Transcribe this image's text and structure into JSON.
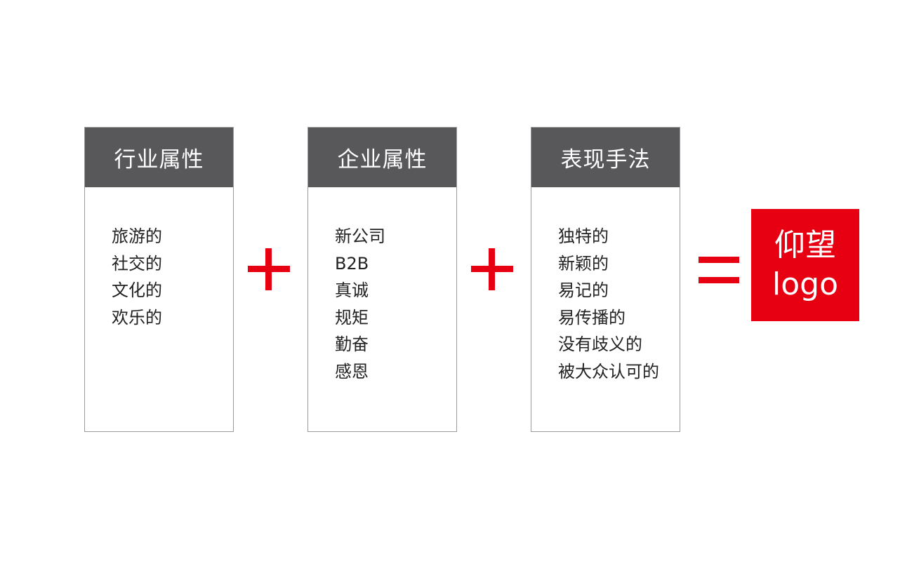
{
  "columns": [
    {
      "title": "行业属性",
      "items": [
        "旅游的",
        "社交的",
        "文化的",
        "欢乐的"
      ]
    },
    {
      "title": "企业属性",
      "items": [
        "新公司",
        "B2B",
        "真诚",
        "规矩",
        "勤奋",
        "感恩"
      ]
    },
    {
      "title": "表现手法",
      "items": [
        "独特的",
        "新颖的",
        "易记的",
        "易传播的",
        "没有歧义的",
        "被大众认可的"
      ]
    }
  ],
  "result": {
    "line1": "仰望",
    "line2": "logo"
  },
  "colors": {
    "accent": "#e60012",
    "header": "#58575a"
  }
}
